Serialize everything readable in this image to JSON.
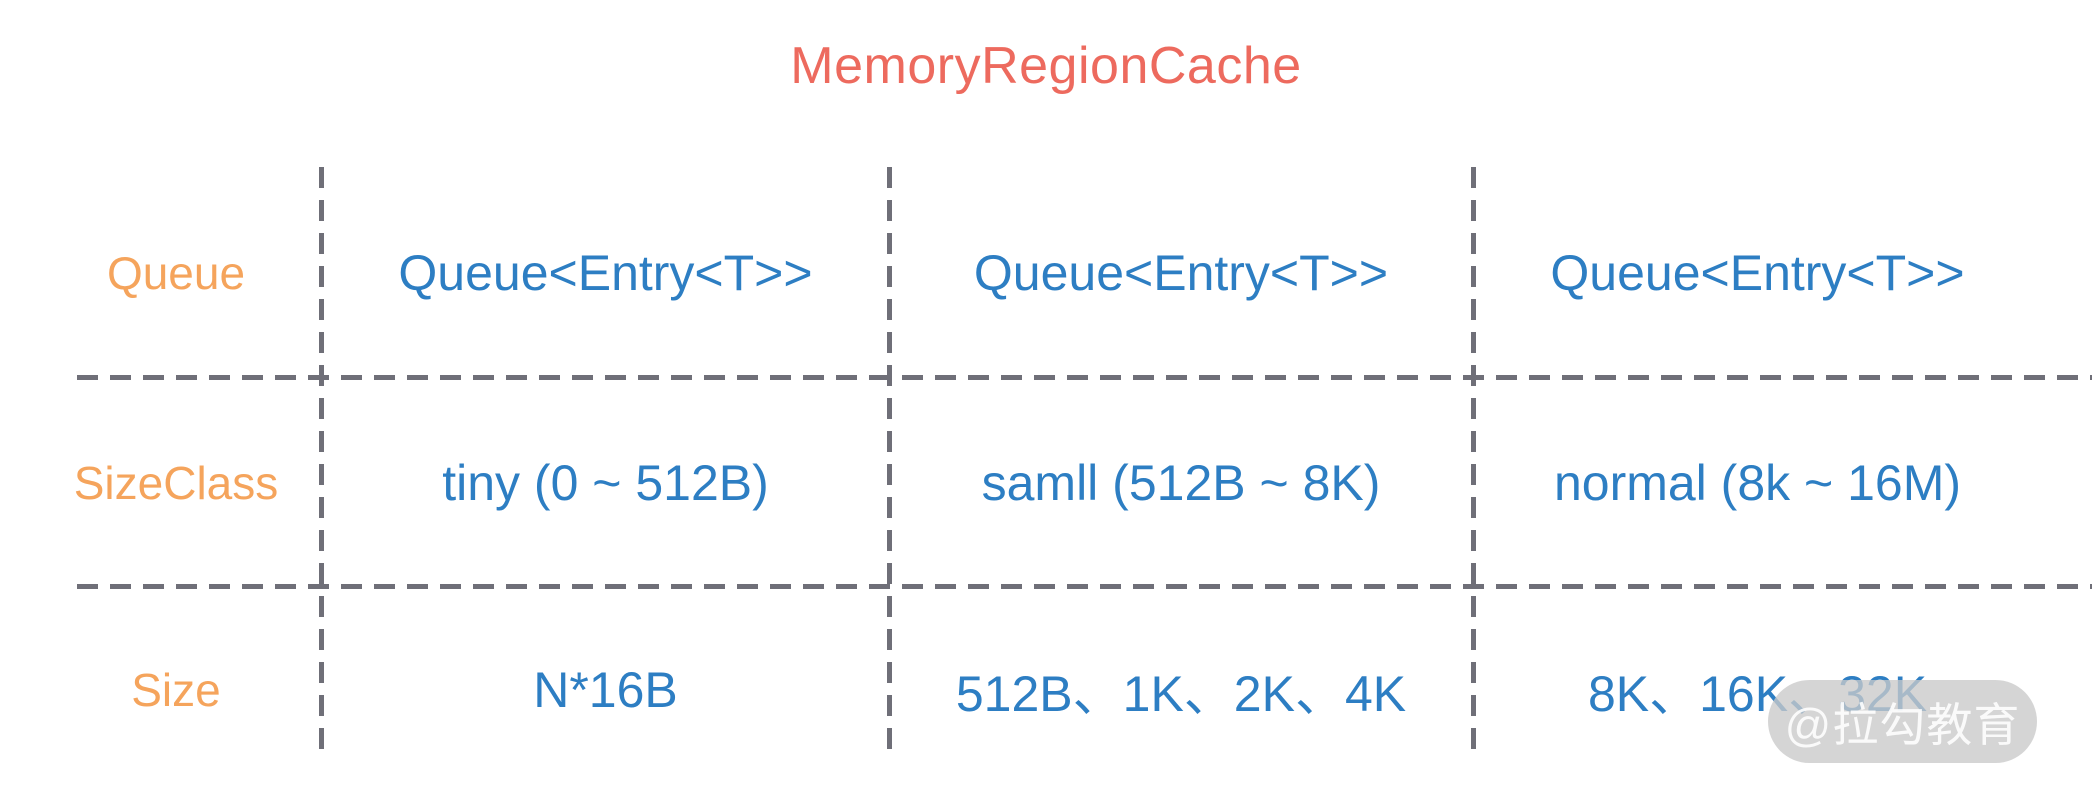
{
  "title": "MemoryRegionCache",
  "colors": {
    "title_text": "#ed6a5e",
    "row_label_text": "#f5a45c",
    "cell_text": "#2d7ec3",
    "dashed_line": "#6f6f78",
    "watermark_bg": "#c9c9c9",
    "watermark_text": "#ffffff",
    "background": "#ffffff"
  },
  "table": {
    "rows": [
      {
        "label": "Queue",
        "cells": [
          "Queue<Entry<T>>",
          "Queue<Entry<T>>",
          "Queue<Entry<T>>"
        ]
      },
      {
        "label": "SizeClass",
        "cells": [
          "tiny (0 ~ 512B)",
          "samll (512B ~ 8K)",
          "normal (8k ~ 16M)"
        ]
      },
      {
        "label": "Size",
        "cells": [
          "N*16B",
          "512B、1K、2K、4K",
          "8K、16K、32K"
        ]
      }
    ]
  },
  "watermark": {
    "text": "@拉勾教育"
  }
}
